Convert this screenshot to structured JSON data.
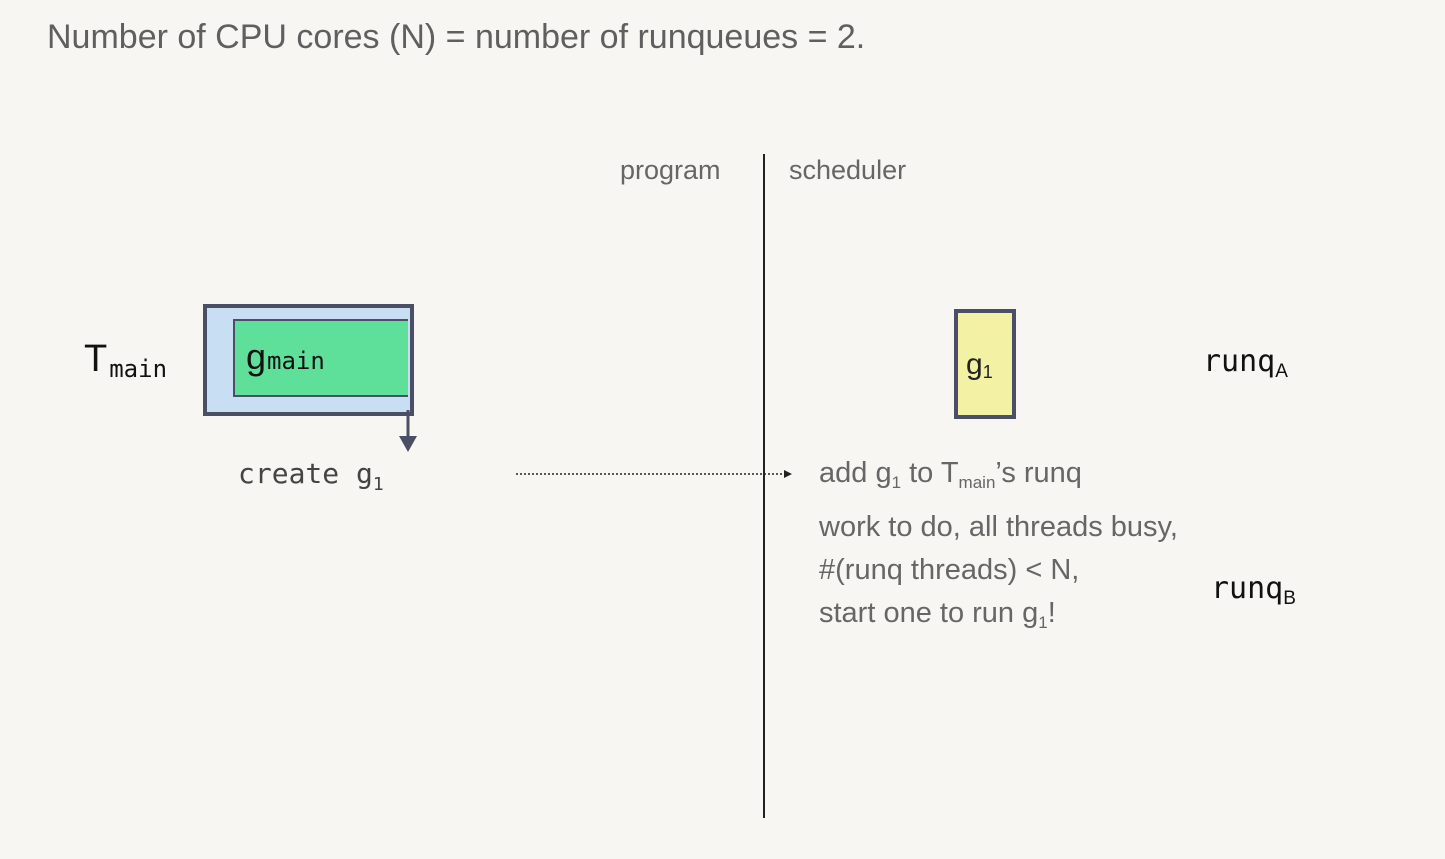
{
  "headline": "Number of CPU cores (N) = number of runqueues = 2.",
  "columns": {
    "program": "program",
    "scheduler": "scheduler"
  },
  "thread": {
    "letter": "T",
    "sub": "main"
  },
  "goroutine_main": {
    "letter": "g",
    "sub": "main"
  },
  "create_action": {
    "text": "create g",
    "sub": "1"
  },
  "goroutine_new": {
    "letter": "g",
    "sub": "1"
  },
  "runqueues": [
    {
      "name": "runq",
      "sub": "A"
    },
    {
      "name": "runq",
      "sub": "B"
    }
  ],
  "scheduler_notes": {
    "line1_a": "add g",
    "line1_sub1": "1",
    "line1_b": " to T",
    "line1_sub2": "main",
    "line1_c": "’s runq",
    "line2": "work to do, all threads busy,",
    "line3": "#(runq threads) < N,",
    "line4_a": "start one to run g",
    "line4_sub": "1",
    "line4_b": "!"
  },
  "colors": {
    "thread_fill": "#c7def3",
    "goroutine_main_fill": "#5fe09a",
    "goroutine_new_fill": "#f3f1a3",
    "box_border": "#4a4f66",
    "background": "#f8f6f3"
  }
}
